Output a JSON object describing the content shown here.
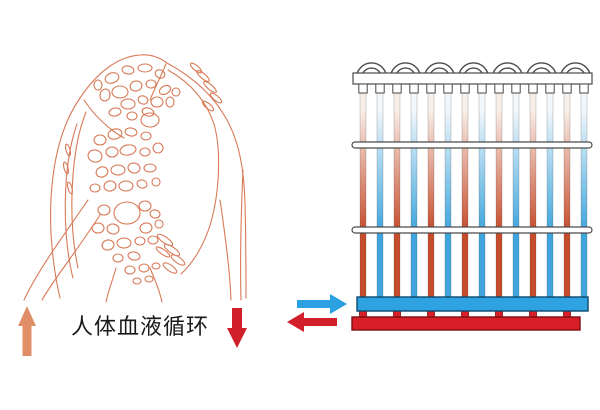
{
  "figure": {
    "caption": "人体血液循环"
  },
  "colors": {
    "line_art": "#d87a58",
    "caption": "#1a1a1a",
    "body_up_arrow": "#e08e68",
    "body_down_arrow": "#d2202a",
    "supply_arrow": "#2ba1e2",
    "return_arrow": "#d2202a",
    "frame": "#4a4a4a"
  },
  "radiator": {
    "loop_count": 7,
    "tube_count": 14,
    "hot_tube_light": "#f9efe9",
    "hot_tube_full": "#c64c2c",
    "cold_tube_light": "#f2f8fc",
    "cold_tube_full": "#3fa5dc",
    "cold_manifold": "#2fa3e1",
    "hot_manifold": "#d81e26",
    "cold_manifold_outline": "#0d486e",
    "hot_manifold_outline": "#7d0d12"
  }
}
